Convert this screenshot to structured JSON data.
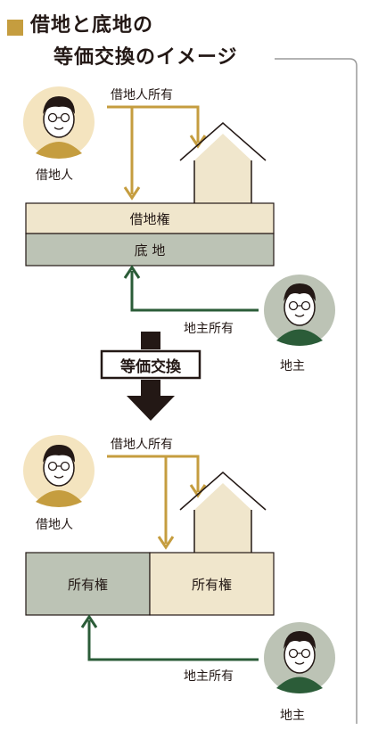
{
  "title": {
    "line1": "借地と底地の",
    "line2": "等価交換のイメージ"
  },
  "colors": {
    "accent": "#c59d3f",
    "green": "#2b5c38",
    "beige": "#f0e6cc",
    "gray": "#bcc3b5",
    "border": "#231815",
    "dark": "#231815"
  },
  "before": {
    "tenant_caption": "借地人",
    "tenant_ownership": "借地人所有",
    "leasehold_label": "借地権",
    "land_label": "底 地",
    "owner_ownership": "地主所有",
    "owner_caption": "地主"
  },
  "exchange_label": "等価交換",
  "after": {
    "tenant_caption": "借地人",
    "tenant_ownership": "借地人所有",
    "left_block_label": "所有権",
    "right_block_label": "所有権",
    "owner_ownership": "地主所有",
    "owner_caption": "地主"
  }
}
